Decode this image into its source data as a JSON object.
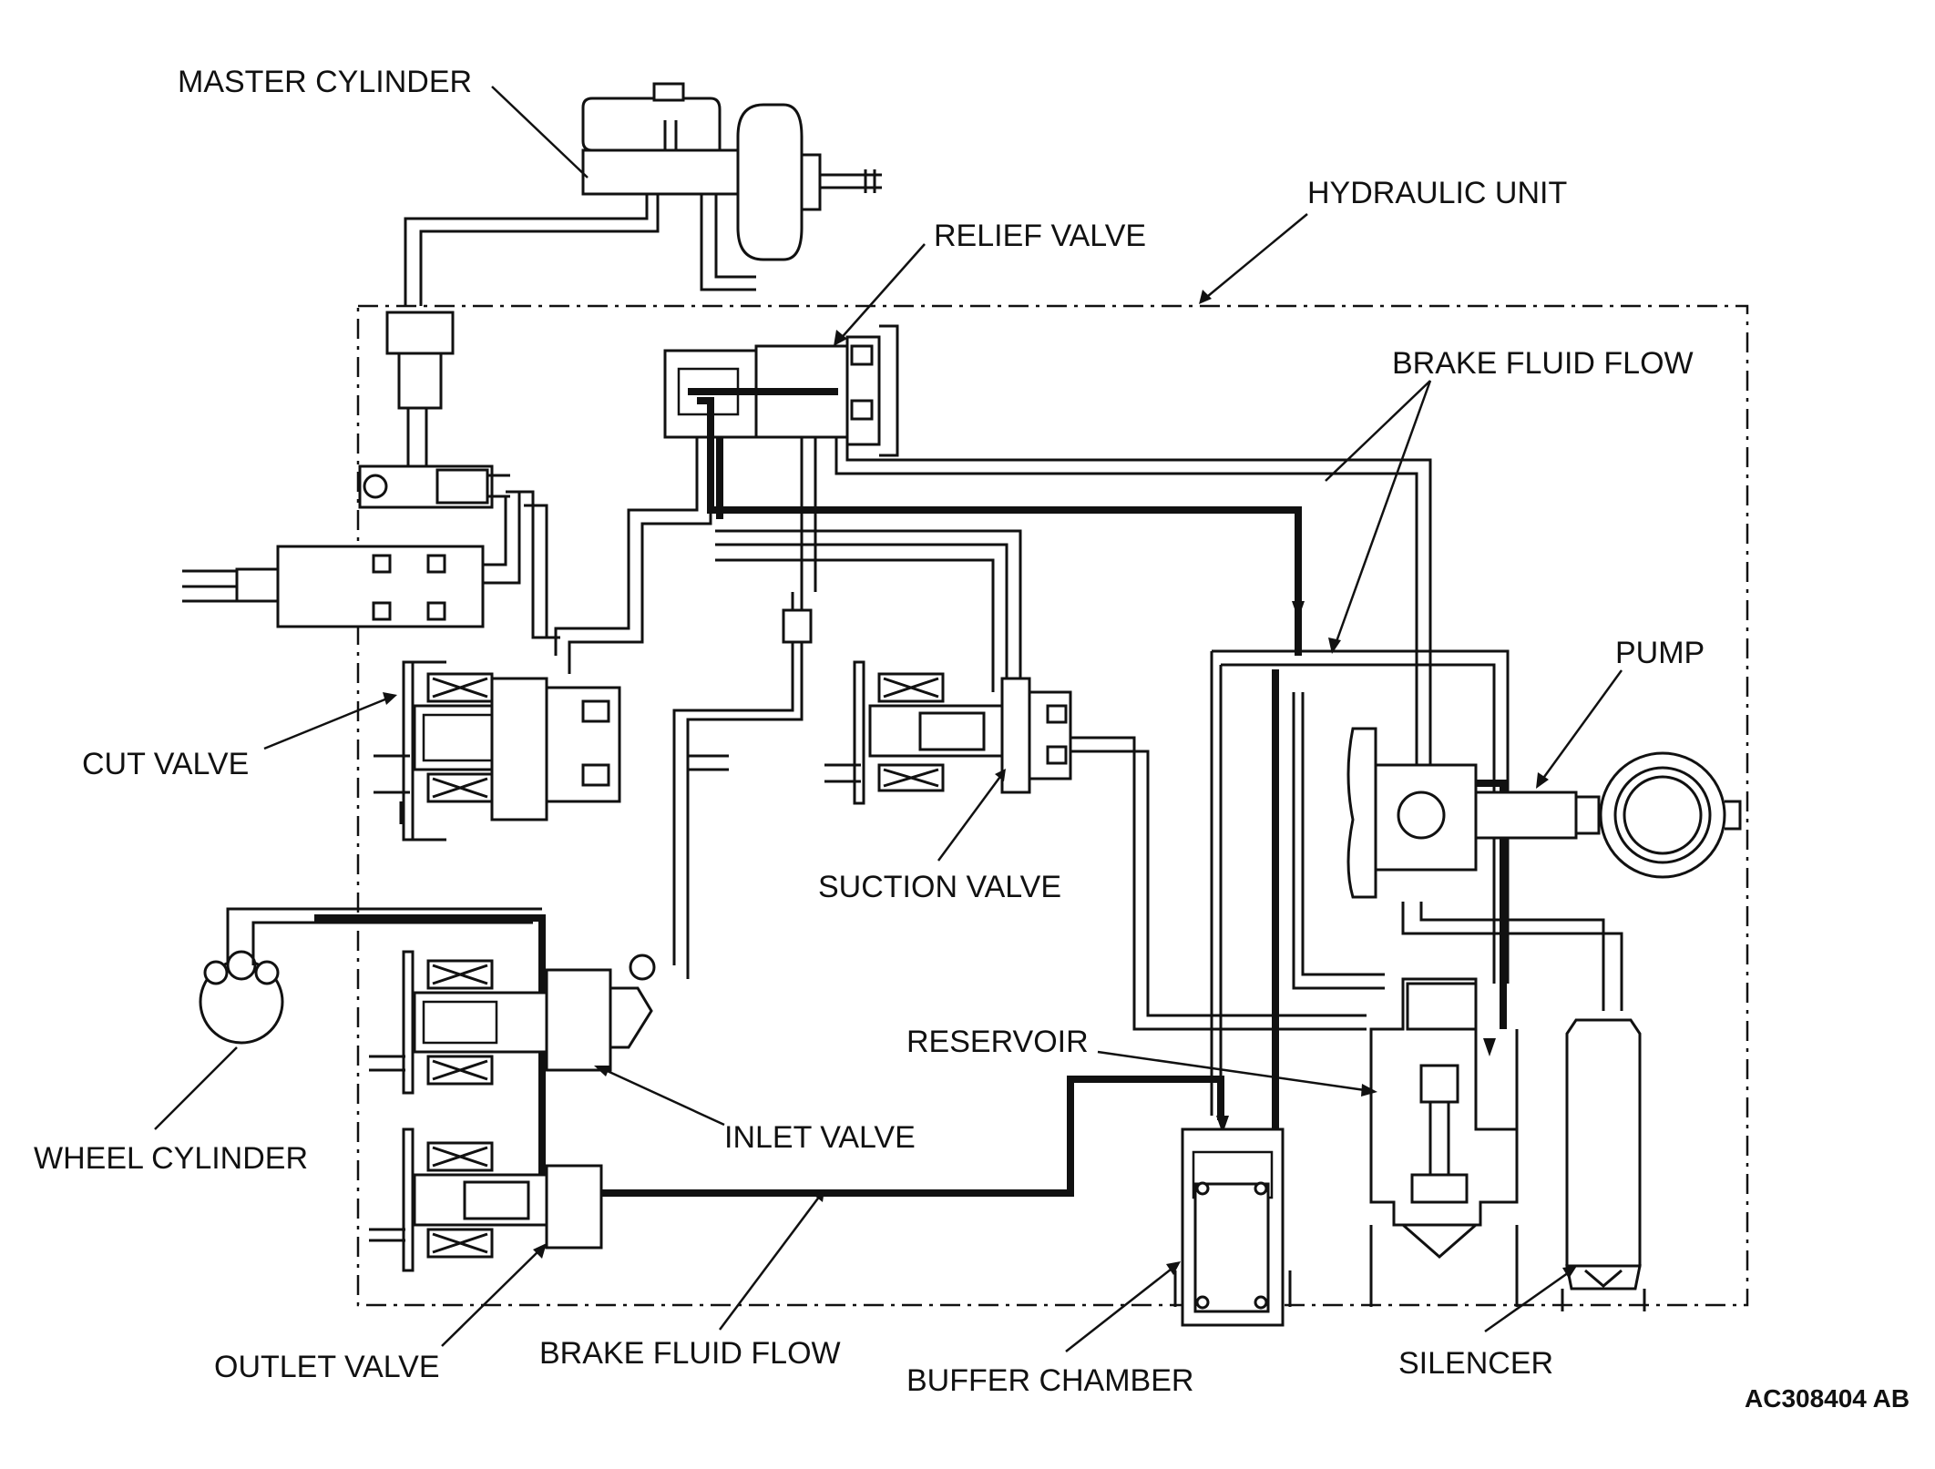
{
  "diagram": {
    "labels": {
      "master_cylinder": "MASTER CYLINDER",
      "hydraulic_unit": "HYDRAULIC UNIT",
      "relief_valve": "RELIEF VALVE",
      "brake_fluid_flow_top": "BRAKE FLUID FLOW",
      "pump": "PUMP",
      "cut_valve": "CUT VALVE",
      "suction_valve": "SUCTION VALVE",
      "reservoir": "RESERVOIR",
      "wheel_cylinder": "WHEEL CYLINDER",
      "inlet_valve": "INLET VALVE",
      "outlet_valve": "OUTLET VALVE",
      "brake_fluid_flow_bottom": "BRAKE FLUID FLOW",
      "buffer_chamber": "BUFFER CHAMBER",
      "silencer": "SILENCER"
    },
    "reference_code": "AC308404 AB"
  }
}
